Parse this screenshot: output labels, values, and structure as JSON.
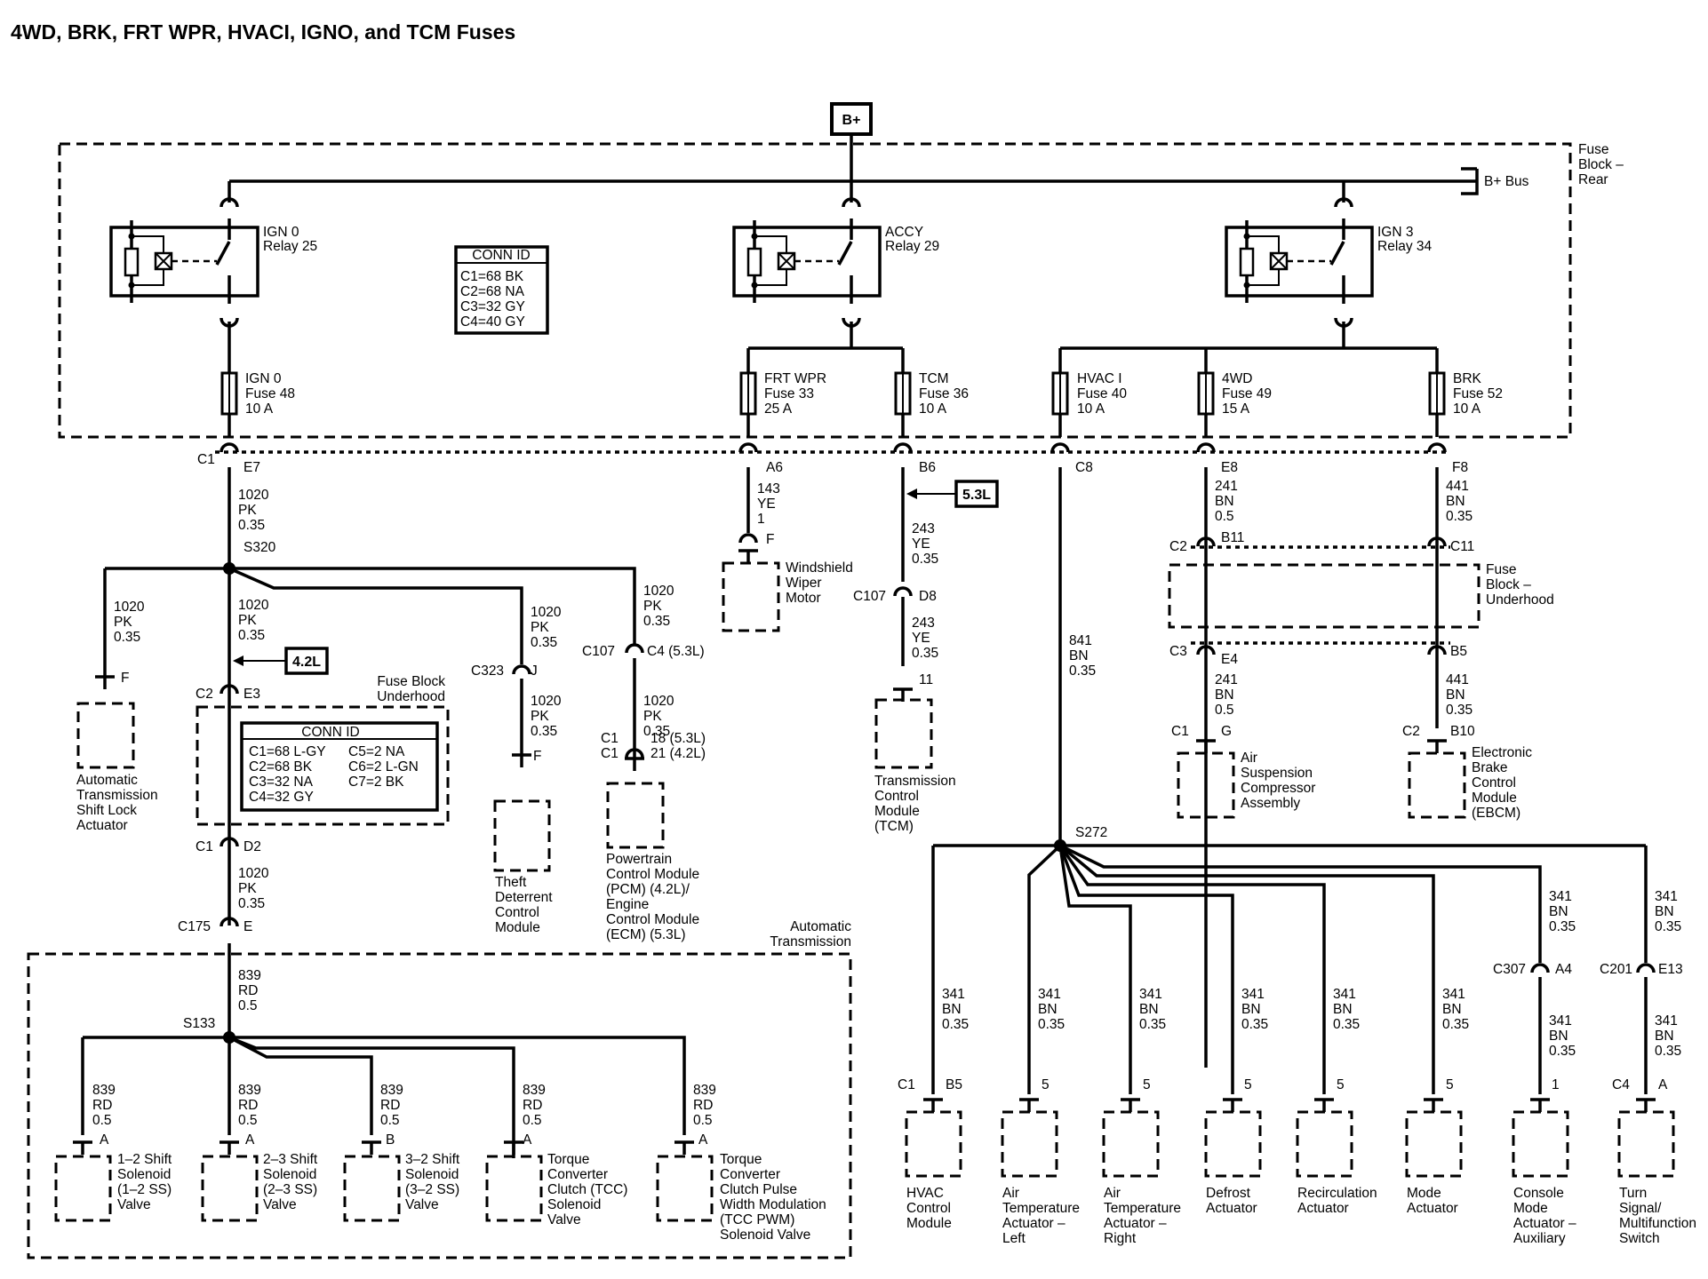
{
  "title": "4WD, BRK, FRT WPR, HVACI, IGNO, and TCM Fuses",
  "power_source": "B+",
  "bus_label": "B+ Bus",
  "fuse_block_rear": [
    "Fuse",
    "Block –",
    "Rear"
  ],
  "fuse_block_underhood_a": [
    "Fuse Block",
    "Underhood"
  ],
  "fuse_block_underhood_b": [
    "Fuse",
    "Block –",
    "Underhood"
  ],
  "automatic_transmission": [
    "Automatic",
    "Transmission"
  ],
  "relays": [
    {
      "name": "IGN 0",
      "id": "Relay 25"
    },
    {
      "name": "ACCY",
      "id": "Relay 29"
    },
    {
      "name": "IGN 3",
      "id": "Relay 34"
    }
  ],
  "conn_id_rear": {
    "header": "CONN ID",
    "rows": [
      "C1=68 BK",
      "C2=68 NA",
      "C3=32 GY",
      "C4=40 GY"
    ]
  },
  "conn_id_underhood": {
    "header": "CONN ID",
    "left": [
      "C1=68 L-GY",
      "C2=68 BK",
      "C3=32 NA",
      "C4=32 GY"
    ],
    "right": [
      "C5=2 NA",
      "C6=2 L-GN",
      "C7=2 BK"
    ]
  },
  "fuses": [
    {
      "name": "IGN 0",
      "num": "Fuse 48",
      "amps": "10 A"
    },
    {
      "name": "FRT WPR",
      "num": "Fuse 33",
      "amps": "25 A"
    },
    {
      "name": "TCM",
      "num": "Fuse 36",
      "amps": "10 A"
    },
    {
      "name": "HVAC I",
      "num": "Fuse 40",
      "amps": "10 A"
    },
    {
      "name": "4WD",
      "num": "Fuse 49",
      "amps": "15 A"
    },
    {
      "name": "BRK",
      "num": "Fuse 52",
      "amps": "10 A"
    }
  ],
  "labels": {
    "c1": "C1",
    "c2": "C2",
    "c3": "C3",
    "c4": "C4",
    "c107": "C107",
    "c175": "C175",
    "c201": "C201",
    "c307": "C307",
    "c323": "C323",
    "e7": "E7",
    "a6": "A6",
    "b6": "B6",
    "c8": "C8",
    "e8": "E8",
    "f8": "F8",
    "b11": "B11",
    "c11": "C11",
    "e4": "E4",
    "b5": "B5",
    "g": "G",
    "b10": "B10",
    "e3": "E3",
    "d2": "D2",
    "e": "E",
    "j": "J",
    "f": "F",
    "c4_53": "C4 (5.3L)",
    "d8": "D8",
    "n11": "11",
    "pin18": "18 (5.3L)",
    "pin21": "21 (4.2L)",
    "a": "A",
    "b": "B",
    "n5": "5",
    "n1": "1",
    "a4": "A4",
    "e13": "E13",
    "s320": "S320",
    "s272": "S272",
    "s133": "S133",
    "l53": "5.3L",
    "l42": "4.2L"
  },
  "wires": {
    "w1020": [
      "1020",
      "PK",
      "0.35"
    ],
    "w143": [
      "143",
      "YE",
      "1"
    ],
    "w243": [
      "243",
      "YE",
      "0.35"
    ],
    "w241": [
      "241",
      "BN",
      "0.5"
    ],
    "w441": [
      "441",
      "BN",
      "0.35"
    ],
    "w841": [
      "841",
      "BN",
      "0.35"
    ],
    "w839": [
      "839",
      "RD",
      "0.5"
    ],
    "w341": [
      "341",
      "BN",
      "0.35"
    ]
  },
  "components": {
    "wiper": [
      "Windshield",
      "Wiper",
      "Motor"
    ],
    "tcm": [
      "Transmission",
      "Control",
      "Module",
      "(TCM)"
    ],
    "air_susp": [
      "Air",
      "Suspension",
      "Compressor",
      "Assembly"
    ],
    "ebcm": [
      "Electronic",
      "Brake",
      "Control",
      "Module",
      "(EBCM)"
    ],
    "shift_lock": [
      "Automatic",
      "Transmission",
      "Shift Lock",
      "Actuator"
    ],
    "theft": [
      "Theft",
      "Deterrent",
      "Control",
      "Module"
    ],
    "pcm": [
      "Powertrain",
      "Control Module",
      "(PCM) (4.2L)/",
      "Engine",
      "Control Module",
      "(ECM) (5.3L)"
    ],
    "sol12": [
      "1–2 Shift",
      "Solenoid",
      "(1–2 SS)",
      "Valve"
    ],
    "sol23": [
      "2–3 Shift",
      "Solenoid",
      "(2–3 SS)",
      "Valve"
    ],
    "sol32": [
      "3–2 Shift",
      "Solenoid",
      "(3–2 SS)",
      "Valve"
    ],
    "tcc": [
      "Torque",
      "Converter",
      "Clutch (TCC)",
      "Solenoid",
      "Valve"
    ],
    "tccpwm": [
      "Torque",
      "Converter",
      "Clutch Pulse",
      "Width Modulation",
      "(TCC PWM)",
      "Solenoid Valve"
    ],
    "hvac": [
      "HVAC",
      "Control",
      "Module"
    ],
    "air_left": [
      "Air",
      "Temperature",
      "Actuator –",
      "Left"
    ],
    "air_right": [
      "Air",
      "Temperature",
      "Actuator –",
      "Right"
    ],
    "defrost": [
      "Defrost",
      "Actuator"
    ],
    "recirc": [
      "Recirculation",
      "Actuator"
    ],
    "mode": [
      "Mode",
      "Actuator"
    ],
    "console": [
      "Console",
      "Mode",
      "Actuator –",
      "Auxiliary"
    ],
    "turn": [
      "Turn",
      "Signal/",
      "Multifunction",
      "Switch"
    ]
  }
}
